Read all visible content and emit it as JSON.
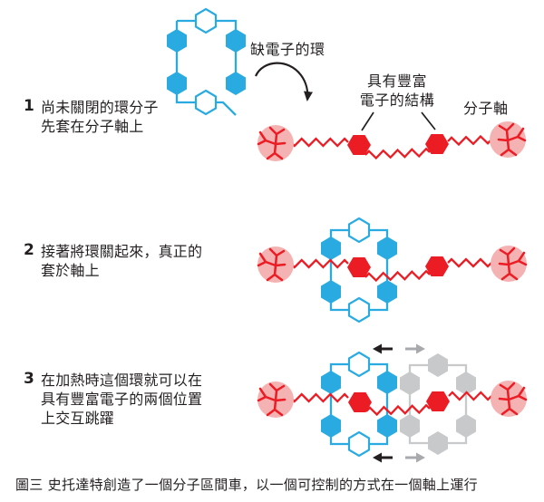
{
  "figure": {
    "caption": "圖三 史托達特創造了一個分子區間車，以一個可控制的方式在一個軸上運行",
    "steps": [
      {
        "num": "1",
        "text": "尚未關閉的環分子\n先套在分子軸上"
      },
      {
        "num": "2",
        "text": "接著將環關起來，真正的\n套於軸上"
      },
      {
        "num": "3",
        "text": "在加熱時這個環就可以在\n具有豐富電子的兩個位置\n上交互跳躍"
      }
    ],
    "labels": {
      "electron_poor_ring": "缺電子的環",
      "electron_rich_structure": "具有豐富\n電子的結構",
      "molecular_axle": "分子軸"
    },
    "colors": {
      "ring_blue": "#29ABE2",
      "station_red": "#EC1C24",
      "stopper_pink": "#F5B2B3",
      "ghost_gray": "#C8C9CB",
      "arrow_gray": "#A7A9AC",
      "ink": "#231F20"
    }
  }
}
